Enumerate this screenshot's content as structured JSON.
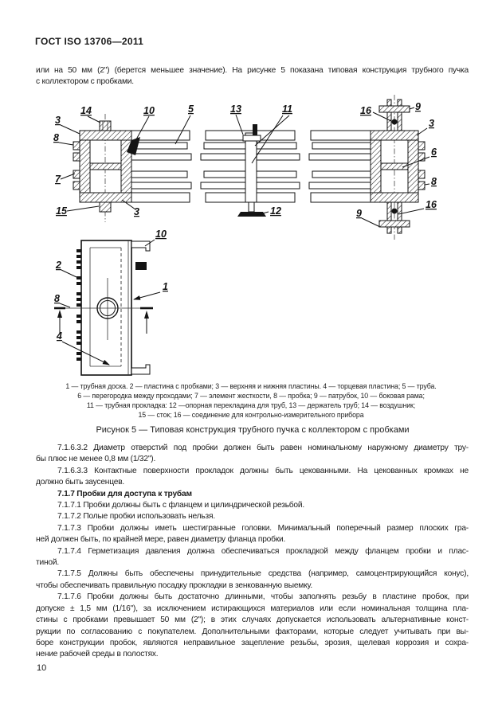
{
  "page": {
    "header_title": "ГОСТ ISO 13706—2011",
    "page_number": "10"
  },
  "body": {
    "intro_lines": [
      "или на 50 мм (2\") (берется меньшее значение). На рисунке 5 показана типовая конструкция трубного пучка",
      "с коллектором с пробками."
    ],
    "paragraphs": [
      {
        "lines": [
          "7.1.6.3.2 Диаметр отверстий под пробки должен быть равен номинальному наружному диаметру тру-",
          "бы плюс не менее 0,8 мм (1/32\")."
        ]
      },
      {
        "lines": [
          "7.1.6.3.3 Контактные поверхности прокладок должны быть цекованными. На цекованных кромках не",
          "должно быть заусенцев."
        ]
      },
      {
        "lines": [
          "7.1.7 Пробки для доступа к трубам"
        ]
      },
      {
        "lines": [
          "7.1.7.1 Пробки должны быть с фланцем и цилиндрической резьбой."
        ]
      },
      {
        "lines": [
          "7.1.7.2 Полые пробки использовать нельзя."
        ]
      },
      {
        "lines": [
          "7.1.7.3 Пробки должны иметь шестигранные головки. Минимальный поперечный размер плоских гра-",
          "ней должен быть, по крайней мере, равен диаметру фланца пробки."
        ]
      },
      {
        "lines": [
          "7.1.7.4 Герметизация давления должна обеспечиваться прокладкой между фланцем пробки и плас-",
          "тиной."
        ]
      },
      {
        "lines": [
          "7.1.7.5 Должны быть обеспечены принудительные средства (например, самоцентрирующийся конус),",
          "чтобы обеспечивать правильную посадку прокладки в зенкованную выемку."
        ]
      },
      {
        "lines": [
          "7.1.7.6 Пробки должны быть достаточно длинными, чтобы заполнять резьбу в пластине пробок, при",
          "допуске ± 1,5 мм (1/16\"), за исключением истирающихся материалов или если номинальная толщина пла-",
          "стины с пробками превышает 50 мм (2\"); в этих случаях допускается использовать альтернативные конст-",
          "рукции по согласованию с покупателем. Дополнительными факторами, которые следует учитывать при вы-",
          "боре конструкции пробок, являются неправильное зацепление резьбы, эрозия, щелевая коррозия и сохра-",
          "нение рабочей среды в полостях."
        ]
      }
    ]
  },
  "figure": {
    "callouts": [
      "3",
      "14",
      "10",
      "5",
      "13",
      "11",
      "16",
      "9",
      "3",
      "8",
      "7",
      "6",
      "8",
      "15",
      "3",
      "12",
      "9",
      "16",
      "10",
      "2",
      "1",
      "8",
      "4"
    ],
    "legend_lines": [
      "1 — трубная доска. 2 — пластина с пробками; 3 — верхняя и нижняя пластины. 4 — торцевая пластина; 5 — труба.",
      "6 — перегородка между проходами; 7 — элемент жесткости, 8 — пробка; 9 — патрубок, 10 — боковая рама;",
      "11 — трубная прокладка: 12 —опорная перекладина для труб, 13 — держатель труб; 14 — воздушник;",
      "15 — сток; 16 — соединение для контрольно-измерительного прибора"
    ],
    "caption": "Рисунок 5 — Типовая конструкция трубного пучка с коллектором с пробками"
  }
}
